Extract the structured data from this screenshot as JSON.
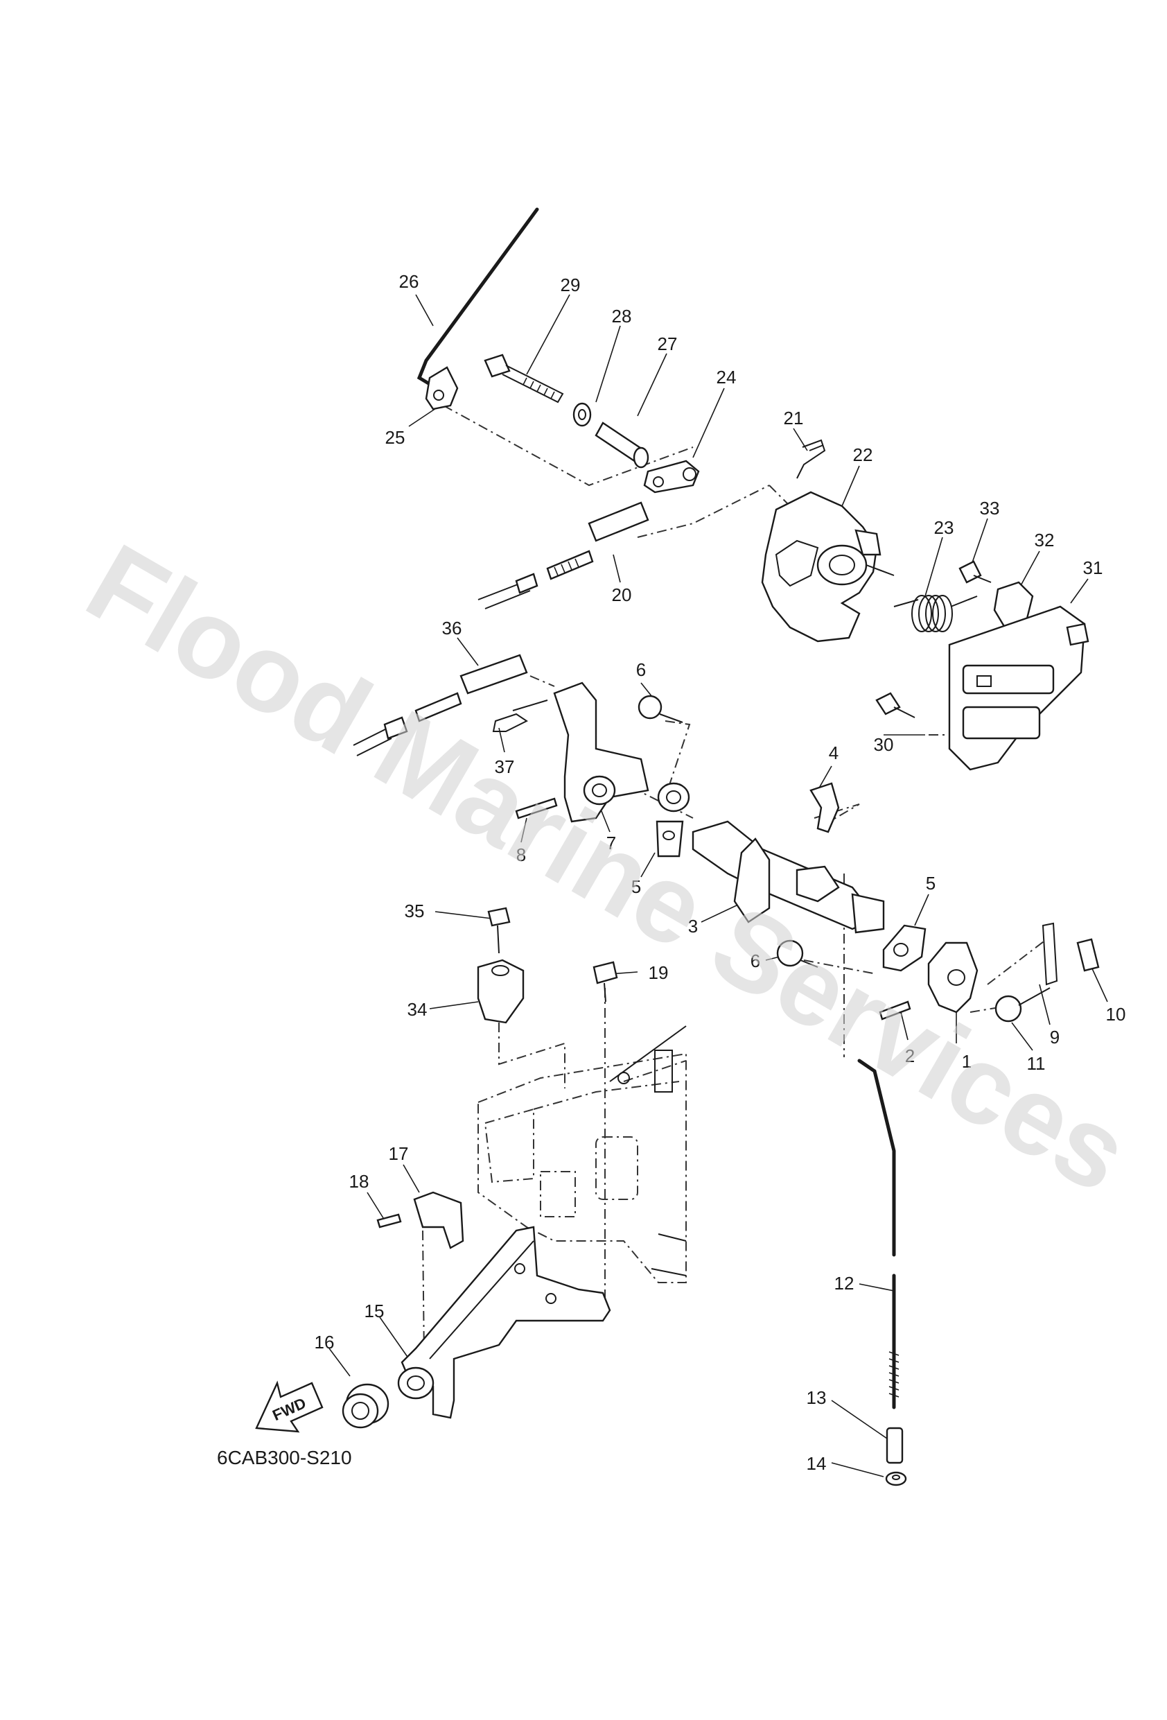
{
  "watermark": "Flood Marine Services",
  "diagram_code": "6CAB300-S210",
  "fwd_label": "FWD",
  "part_numbers": {
    "p1": "1",
    "p2": "2",
    "p3": "3",
    "p4": "4",
    "p5a": "5",
    "p5b": "5",
    "p6a": "6",
    "p6b": "6",
    "p7": "7",
    "p8": "8",
    "p9": "9",
    "p10": "10",
    "p11": "11",
    "p12": "12",
    "p13": "13",
    "p14": "14",
    "p15": "15",
    "p16": "16",
    "p17": "17",
    "p18": "18",
    "p19": "19",
    "p20": "20",
    "p21": "21",
    "p22": "22",
    "p23": "23",
    "p24": "24",
    "p25": "25",
    "p26": "26",
    "p27": "27",
    "p28": "28",
    "p29": "29",
    "p30": "30",
    "p31": "31",
    "p32": "32",
    "p33": "33",
    "p34": "34",
    "p35": "35",
    "p36": "36",
    "p37": "37"
  }
}
